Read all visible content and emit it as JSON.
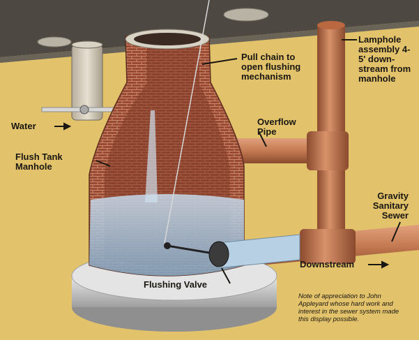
{
  "labels": {
    "pull_chain": "Pull chain to open flushing mechanism",
    "lamphole": "Lamphole assembly 4-5' down-stream from manhole",
    "water": "Water",
    "overflow_pipe": "Overflow Pipe",
    "flush_tank_manhole": "Flush Tank Manhole",
    "gravity_sewer": "Gravity Sanitary Sewer",
    "downstream": "Downstream",
    "flushing_valve": "Flushing Valve"
  },
  "note": "Note of appreciation to John Appleyard whose hard work and interest in the sewer system made this display possible.",
  "colors": {
    "ground": "#e2c26a",
    "sky": "#4d4942",
    "brick": "#9a4a32",
    "pipe": "#c8805a",
    "water": "#a9c6dd",
    "base": "#d6d6d6"
  }
}
